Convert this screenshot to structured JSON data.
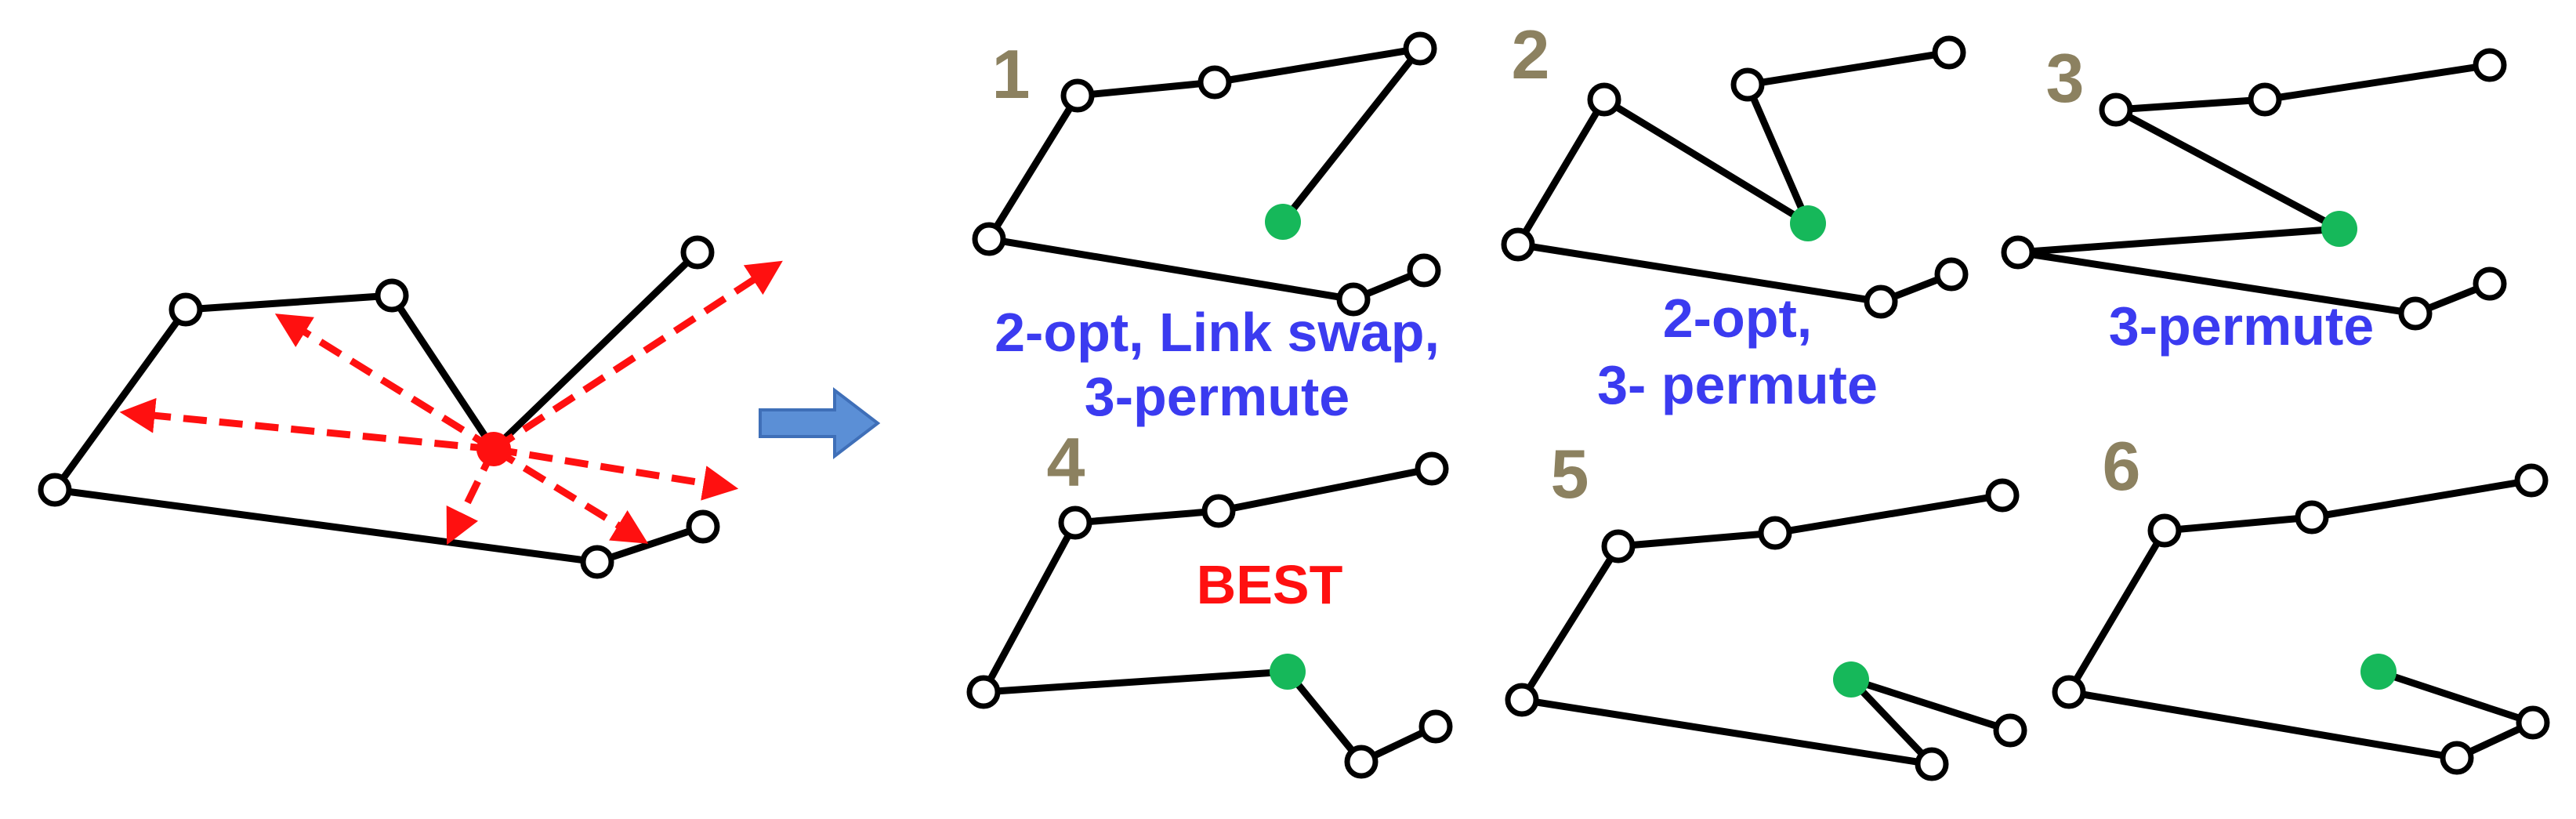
{
  "colors": {
    "number": "#8c8160",
    "caption": "#3b3bf0",
    "best": "#ff1010",
    "edge": "#000000",
    "node_fill": "#ffffff",
    "mover": "#ff1010",
    "inserted": "#16b85a",
    "arrow_fill": "#5b8fd6",
    "arrow_stroke": "#3f6fb8"
  },
  "panels": [
    {
      "number": "1",
      "caption_lines": [
        "2-opt, Link swap,",
        "3-permute"
      ],
      "best": ""
    },
    {
      "number": "2",
      "caption_lines": [
        "2-opt,",
        "3- permute"
      ],
      "best": ""
    },
    {
      "number": "3",
      "caption_lines": [
        "3-permute"
      ],
      "best": ""
    },
    {
      "number": "4",
      "caption_lines": [],
      "best": "BEST"
    },
    {
      "number": "5",
      "caption_lines": [],
      "best": ""
    },
    {
      "number": "6",
      "caption_lines": [],
      "best": ""
    }
  ]
}
